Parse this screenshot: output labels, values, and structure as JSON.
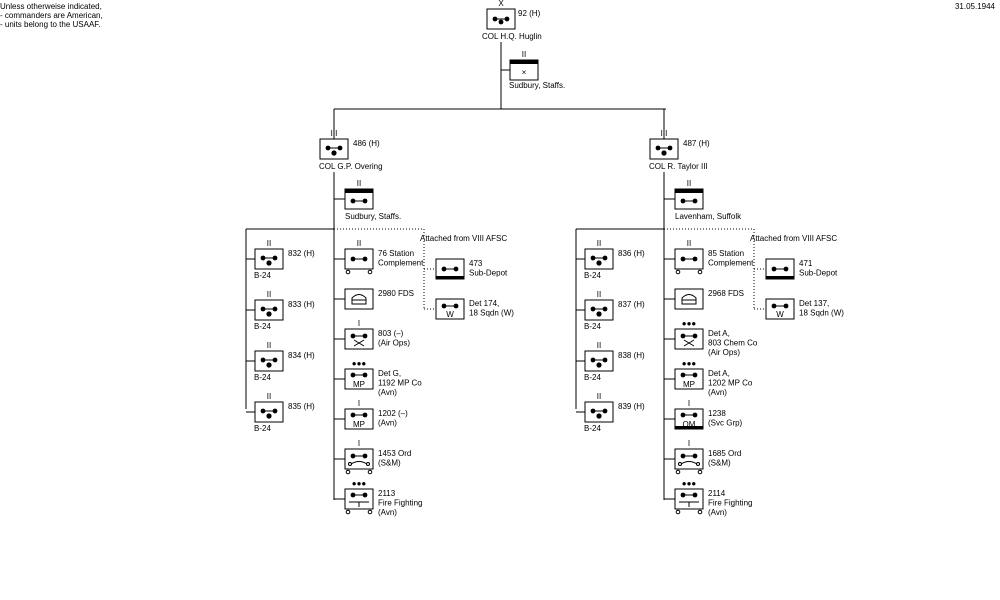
{
  "note": {
    "line1": "Unless otherweise indicated,",
    "line2": "- commanders are American,",
    "line3": "- units belong to the USAAF."
  },
  "date": "31.05.1944",
  "wing": {
    "size": "X",
    "label": "92 (H)",
    "commander": "COL  H.Q. Huglin"
  },
  "wing_station": {
    "size": "II",
    "label": "Sudbury, Staffs."
  },
  "groups": [
    {
      "size": "III",
      "label": "486 (H)",
      "commander": "COL  G.P. Overing",
      "station": {
        "size": "II",
        "label": "Sudbury, Staffs."
      },
      "attached_header": "Attached from VIII AFSC",
      "squadrons": [
        {
          "size": "II",
          "label": "832 (H)",
          "aircraft": "B-24"
        },
        {
          "size": "II",
          "label": "833 (H)",
          "aircraft": "B-24"
        },
        {
          "size": "II",
          "label": "834 (H)",
          "aircraft": "B-24"
        },
        {
          "size": "II",
          "label": "835 (H)",
          "aircraft": "B-24"
        }
      ],
      "support": [
        {
          "size": "II",
          "type": "station",
          "lines": [
            "76 Station",
            "Complement"
          ]
        },
        {
          "size": "",
          "type": "fds",
          "lines": [
            "2980 FDS"
          ]
        },
        {
          "size": "I",
          "type": "airops",
          "lines": [
            "803 (–)",
            "(Air Ops)"
          ]
        },
        {
          "size": "●●●",
          "type": "mp",
          "code": "MP",
          "lines": [
            "Det G,",
            "1192 MP Co",
            "(Avn)"
          ]
        },
        {
          "size": "I",
          "type": "mp",
          "code": "MP",
          "lines": [
            "1202 (–)",
            "(Avn)"
          ]
        },
        {
          "size": "I",
          "type": "ord",
          "lines": [
            "1453 Ord",
            "(S&M)"
          ]
        },
        {
          "size": "●●●",
          "type": "fire",
          "lines": [
            "2113",
            "Fire Fighting",
            "(Avn)"
          ]
        }
      ],
      "attached": [
        {
          "size": "",
          "type": "subdepot",
          "lines": [
            "473",
            "Sub-Depot"
          ]
        },
        {
          "size": "",
          "type": "weather",
          "code": "W",
          "lines": [
            "Det 174,",
            "18 Sqdn (W)"
          ]
        }
      ]
    },
    {
      "size": "III",
      "label": "487 (H)",
      "commander": "COL  R. Taylor III",
      "station": {
        "size": "II",
        "label": "Lavenham, Suffolk"
      },
      "attached_header": "Attached from VIII AFSC",
      "squadrons": [
        {
          "size": "II",
          "label": "836 (H)",
          "aircraft": "B-24"
        },
        {
          "size": "II",
          "label": "837 (H)",
          "aircraft": "B-24"
        },
        {
          "size": "II",
          "label": "838 (H)",
          "aircraft": "B-24"
        },
        {
          "size": "II",
          "label": "839 (H)",
          "aircraft": "B-24"
        }
      ],
      "support": [
        {
          "size": "II",
          "type": "station",
          "lines": [
            "85 Station",
            "Complement"
          ]
        },
        {
          "size": "",
          "type": "fds",
          "lines": [
            "2968 FDS"
          ]
        },
        {
          "size": "●●●",
          "type": "airops",
          "lines": [
            "Det A,",
            "803 Chem Co",
            "(Air Ops)"
          ]
        },
        {
          "size": "●●●",
          "type": "mp",
          "code": "MP",
          "lines": [
            "Det A,",
            "1202 MP Co",
            "(Avn)"
          ]
        },
        {
          "size": "I",
          "type": "qm",
          "code": "QM",
          "lines": [
            "1238",
            "(Svc Grp)"
          ]
        },
        {
          "size": "I",
          "type": "ord",
          "lines": [
            "1685 Ord",
            "(S&M)"
          ]
        },
        {
          "size": "●●●",
          "type": "fire",
          "lines": [
            "2114",
            "Fire Fighting",
            "(Avn)"
          ]
        }
      ],
      "attached": [
        {
          "size": "",
          "type": "subdepot",
          "lines": [
            "471",
            "Sub-Depot"
          ]
        },
        {
          "size": "",
          "type": "weather",
          "code": "W",
          "lines": [
            "Det 137,",
            "18 Sqdn (W)"
          ]
        }
      ]
    }
  ]
}
